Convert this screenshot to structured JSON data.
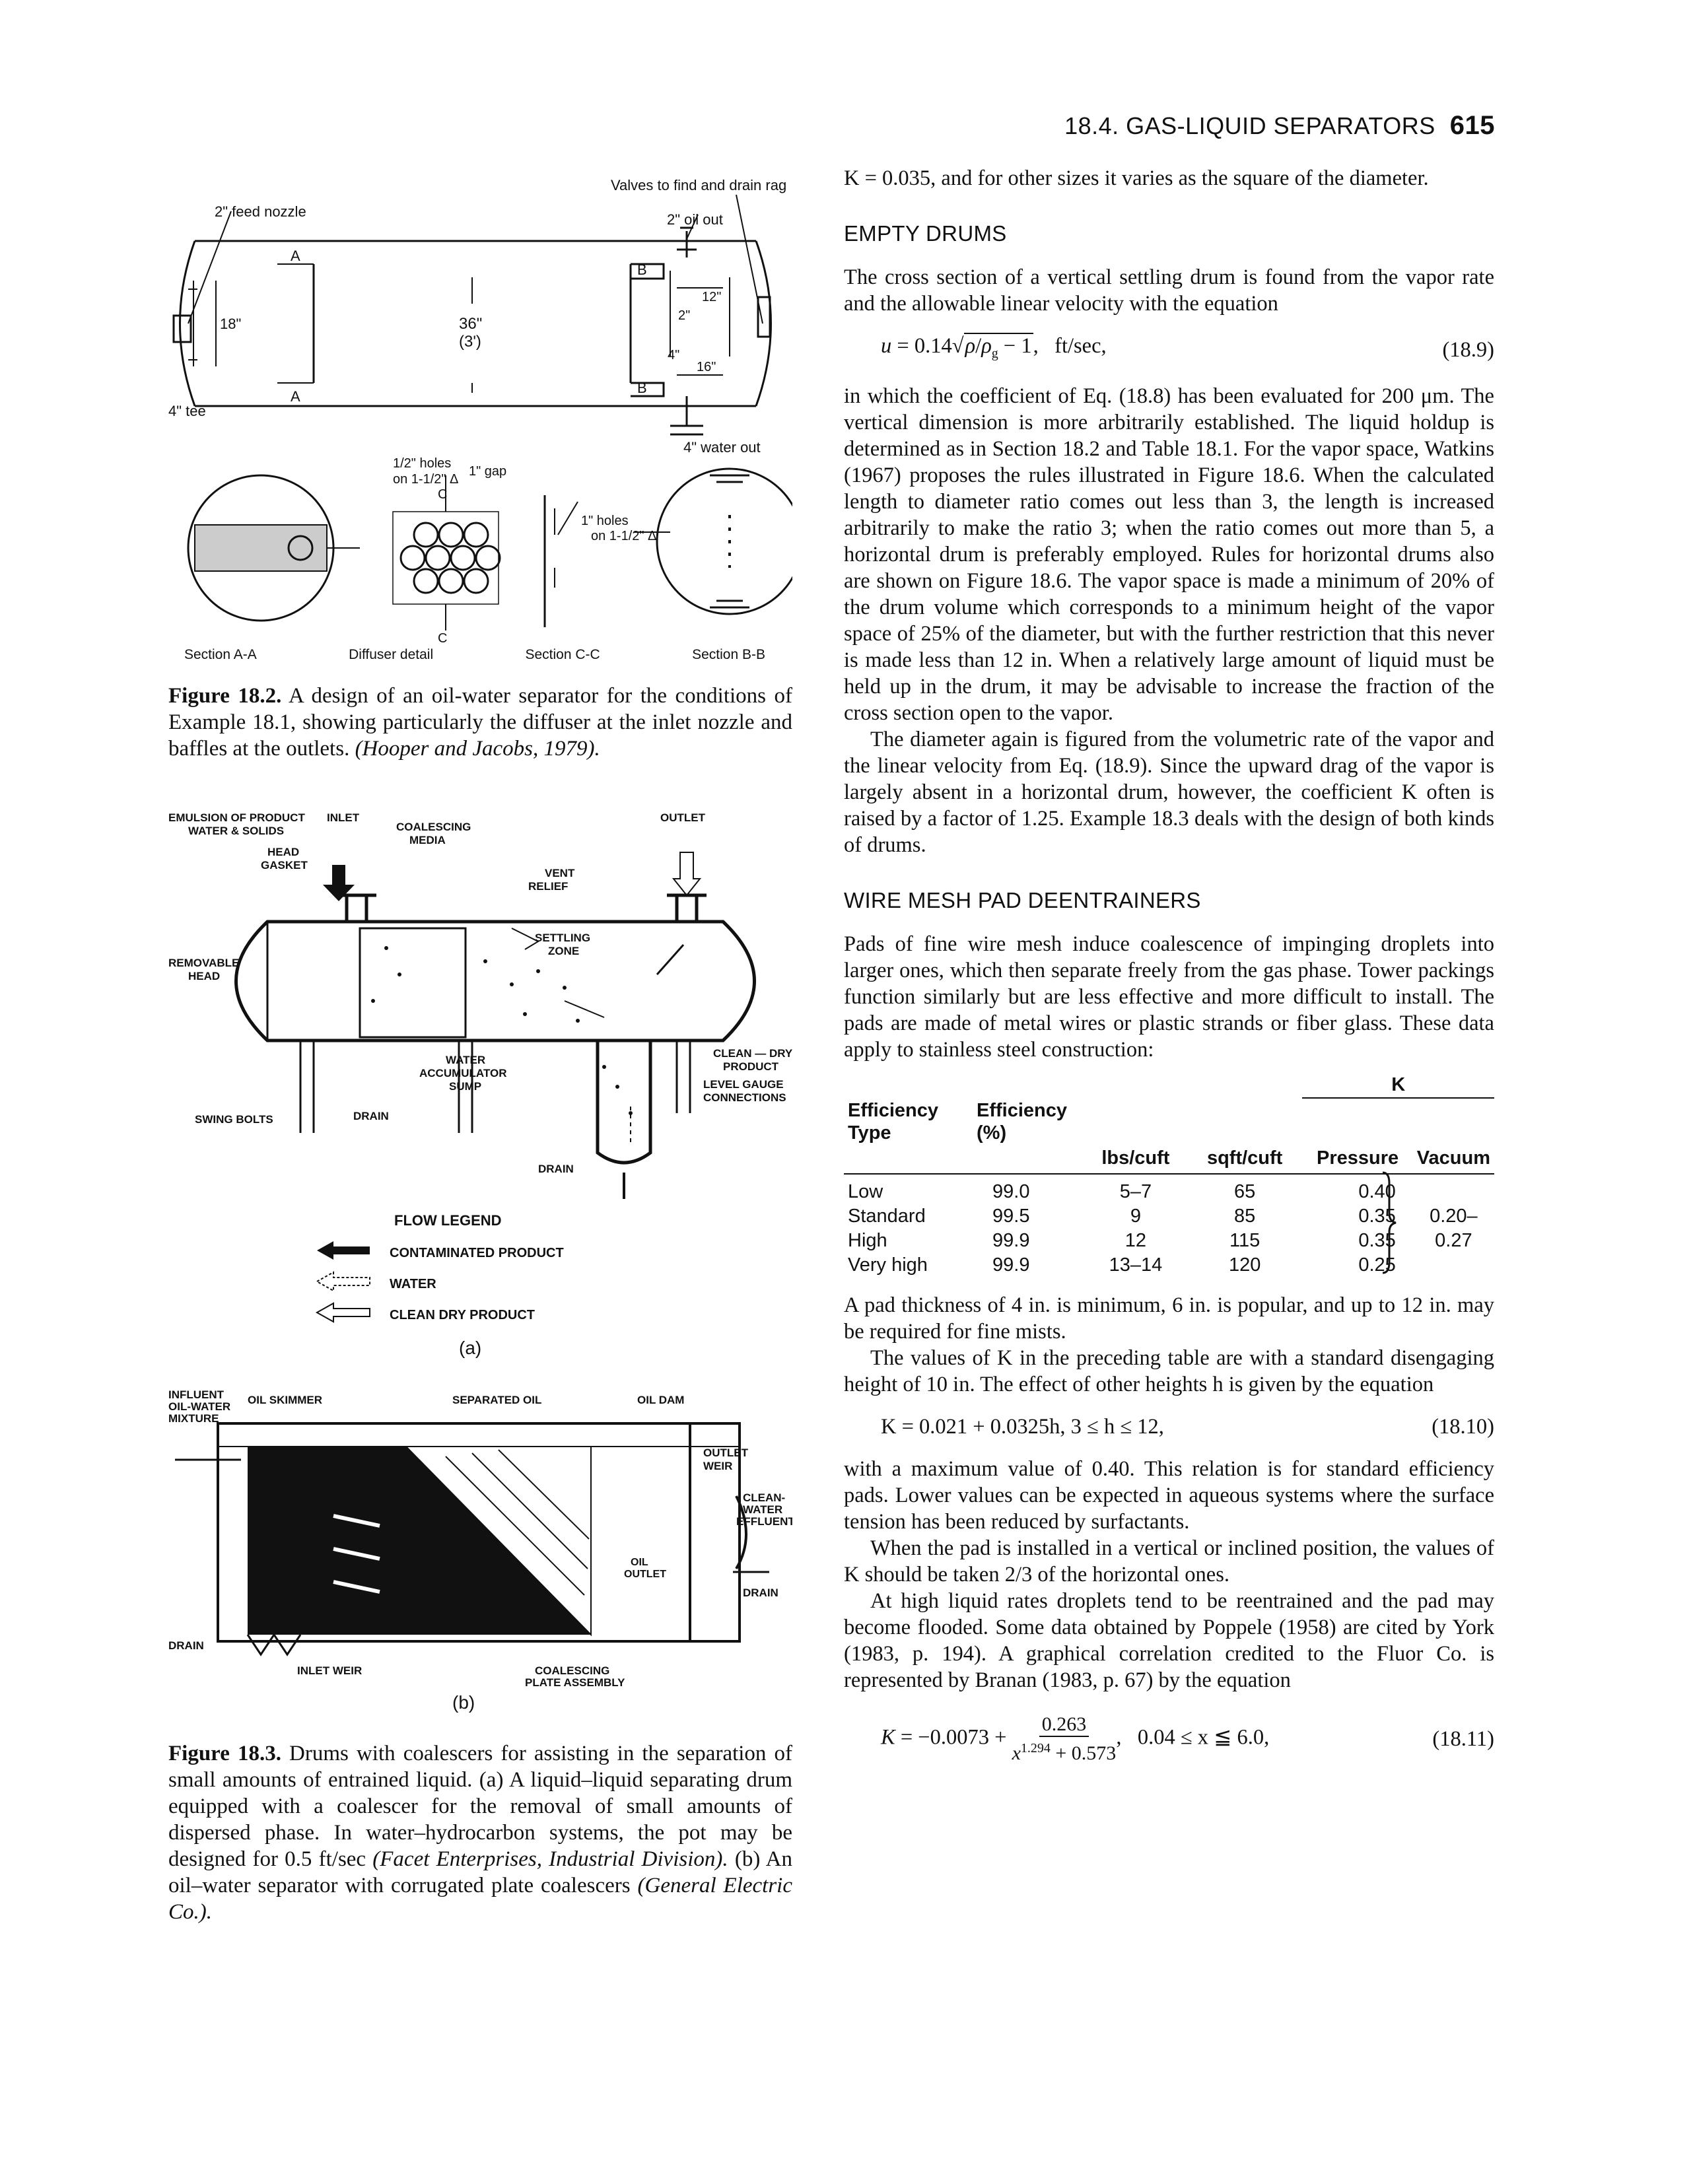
{
  "running_head": {
    "section": "18.4. GAS-LIQUID SEPARATORS",
    "page_number": "615"
  },
  "figure_18_2": {
    "labels": {
      "valves": "Valves to find and drain rag",
      "feed_nozzle": "2\" feed nozzle",
      "oil_out": "2\" oil out",
      "tee": "4\" tee",
      "A": "A",
      "B": "B",
      "d18": "18\"",
      "d36": "36\"",
      "d3": "(3')",
      "d2": "2\"",
      "d12": "12\"",
      "d4": "4\"",
      "d16": "16\"",
      "water_out": "4\" water out",
      "half_holes": "1/2\" holes",
      "on_1half": "on 1-1/2\" Δ",
      "gap": "1\" gap",
      "C": "C",
      "one_holes": "1\" holes",
      "on_1half_b": "on 1-1/2\" Δ",
      "section_aa": "Section A-A",
      "diffuser": "Diffuser detail",
      "section_cc": "Section C-C",
      "section_bb": "Section B-B"
    },
    "caption_label": "Figure 18.2.",
    "caption_text": "A design of an oil-water separator for the conditions of Example 18.1, showing particularly the diffuser at the inlet nozzle and baffles at the outlets.",
    "caption_source": "(Hooper and Jacobs, 1979)."
  },
  "figure_18_3a": {
    "labels": {
      "emulsion": "EMULSION OF PRODUCT",
      "water_solids": "WATER & SOLIDS",
      "inlet": "INLET",
      "outlet": "OUTLET",
      "coalescing": "COALESCING",
      "media": "MEDIA",
      "head": "HEAD",
      "gasket": "GASKET",
      "vent": "VENT",
      "relief": "RELIEF",
      "removable": "REMOVABLE",
      "head2": "HEAD",
      "settling": "SETTLING",
      "zone": "ZONE",
      "water": "WATER",
      "accumulator": "ACCUMULATOR",
      "sump": "SUMP",
      "clean_dry": "CLEAN — DRY",
      "product": "PRODUCT",
      "level_gauge": "LEVEL GAUGE",
      "connections": "CONNECTIONS",
      "swing_bolts": "SWING BOLTS",
      "drain": "DRAIN",
      "drain2": "DRAIN"
    },
    "legend_title": "FLOW LEGEND",
    "legend": [
      "CONTAMINATED PRODUCT",
      "WATER",
      "CLEAN DRY PRODUCT"
    ],
    "panel": "(a)"
  },
  "figure_18_3b": {
    "labels": {
      "influent": "INFLUENT",
      "oil_water": "OIL-WATER",
      "mixture": "MIXTURE",
      "oil_skimmer": "OIL SKIMMER",
      "separated_oil": "SEPARATED OIL",
      "oil_dam": "OIL DAM",
      "outlet": "OUTLET",
      "weir": "WEIR",
      "clean": "CLEAN-",
      "water": "WATER",
      "effluent": "EFFLUENT",
      "oil": "OIL",
      "oil_outlet": "OUTLET",
      "drain_r": "DRAIN",
      "drain_l": "DRAIN",
      "inlet_weir": "INLET WEIR",
      "coalescing": "COALESCING",
      "plate": "PLATE ASSEMBLY"
    },
    "panel": "(b)",
    "caption_label": "Figure 18.3.",
    "caption_text_1": "Drums with coalescers for assisting in the separation of small amounts of entrained liquid. (a) A liquid–liquid separating drum equipped with a coalescer for the removal of small amounts of dispersed phase. In water–hydrocarbon systems, the pot may be designed for 0.5 ft/sec",
    "caption_source_1": "(Facet Enterprises, Industrial Division).",
    "caption_text_2": "(b) An oil–water separator with corrugated plate coalescers",
    "caption_source_2": "(General Electric Co.)."
  },
  "body": {
    "p_top": "K = 0.035, and for other sizes it varies as the square of the diameter.",
    "h_empty": "EMPTY DRUMS",
    "p_empty": "The cross section of a vertical settling drum is found from the vapor rate and the allowable linear velocity with the equation",
    "eq_18_9_units": "ft/sec,",
    "eq_18_9_num": "(18.9)",
    "p_coeff": "in which the coefficient of Eq. (18.8) has been evaluated for 200 μm. The vertical dimension is more arbitrarily established. The liquid holdup is determined as in Section 18.2 and Table 18.1. For the vapor space, Watkins (1967) proposes the rules illustrated in Figure 18.6. When the calculated length to diameter ratio comes out less than 3, the length is increased arbitrarily to make the ratio 3; when the ratio comes out more than 5, a horizontal drum is preferably employed. Rules for horizontal drums also are shown on Figure 18.6. The vapor space is made a minimum of 20% of the drum volume which corresponds to a minimum height of the vapor space of 25% of the diameter, but with the further restriction that this never is made less than 12 in. When a relatively large amount of liquid must be held up in the drum, it may be advisable to increase the fraction of the cross section open to the vapor.",
    "p_diameter": "The diameter again is figured from the volumetric rate of the vapor and the linear velocity from Eq. (18.9). Since the upward drag of the vapor is largely absent in a horizontal drum, however, the coefficient K often is raised by a factor of 1.25. Example 18.3 deals with the design of both kinds of drums.",
    "h_wire": "WIRE MESH PAD DEENTRAINERS",
    "p_wire": "Pads of fine wire mesh induce coalescence of impinging droplets into larger ones, which then separate freely from the gas phase. Tower packings function similarly but are less effective and more difficult to install. The pads are made of metal wires or plastic strands or fiber glass. These data apply to stainless steel construction:",
    "p_thickness": "A pad thickness of 4 in. is minimum, 6 in. is popular, and up to 12 in. may be required for fine mists.",
    "p_values": "The values of K in the preceding table are with a standard disengaging height of 10 in. The effect of other heights h is given by the equation",
    "eq_18_10": "K = 0.021 + 0.0325h,   3 ≤ h ≤ 12,",
    "eq_18_10_num": "(18.10)",
    "p_max": "with a maximum value of 0.40. This relation is for standard efficiency pads. Lower values can be expected in aqueous systems where the surface tension has been reduced by surfactants.",
    "p_vertical": "When the pad is installed in a vertical or inclined position, the values of K should be taken 2/3 of the horizontal ones.",
    "p_high": "At high liquid rates droplets tend to be reentrained and the pad may become flooded. Some data obtained by Poppele (1958) are cited by York (1983, p. 194). A graphical correlation credited to the Fluor Co. is represented by Branan (1983, p. 67) by the equation",
    "eq_18_11_num": "(18.11)",
    "eq_18_11_range": "0.04 ≤ x ≦ 6.0,"
  },
  "wire_table": {
    "k_header": "K",
    "headers": [
      "Efficiency Type",
      "Efficiency (%)",
      "lbs/cuft",
      "sqft/cuft",
      "Pressure",
      "Vacuum"
    ],
    "rows": [
      [
        "Low",
        "99.0",
        "5–7",
        "65",
        "0.40"
      ],
      [
        "Standard",
        "99.5",
        "9",
        "85",
        "0.35"
      ],
      [
        "High",
        "99.9",
        "12",
        "115",
        "0.35"
      ],
      [
        "Very high",
        "99.9",
        "13–14",
        "120",
        "0.25"
      ]
    ],
    "vacuum_value": "0.20–0.27"
  }
}
